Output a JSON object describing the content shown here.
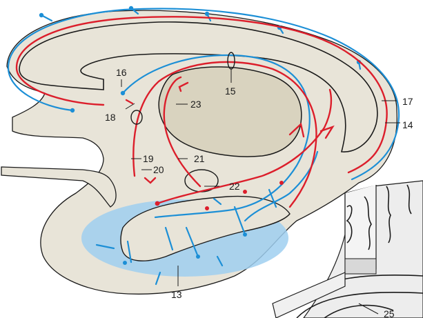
{
  "colors": {
    "background": "#ffffff",
    "brain_tissue": "#e8e4d8",
    "thalamus_fill": "#d9d3bf",
    "cortex_outline": "#1a1a1a",
    "afferent_fibers": "#1c8fd6",
    "efferent_fibers": "#dc1e2b",
    "amygdala_region": "#9fcff0"
  },
  "labels": {
    "l13": "13",
    "l14": "14",
    "l15": "15",
    "l16": "16",
    "l17": "17",
    "l18": "18",
    "l19": "19",
    "l20": "20",
    "l21": "21",
    "l22": "22",
    "l23": "23",
    "l25": "25"
  }
}
